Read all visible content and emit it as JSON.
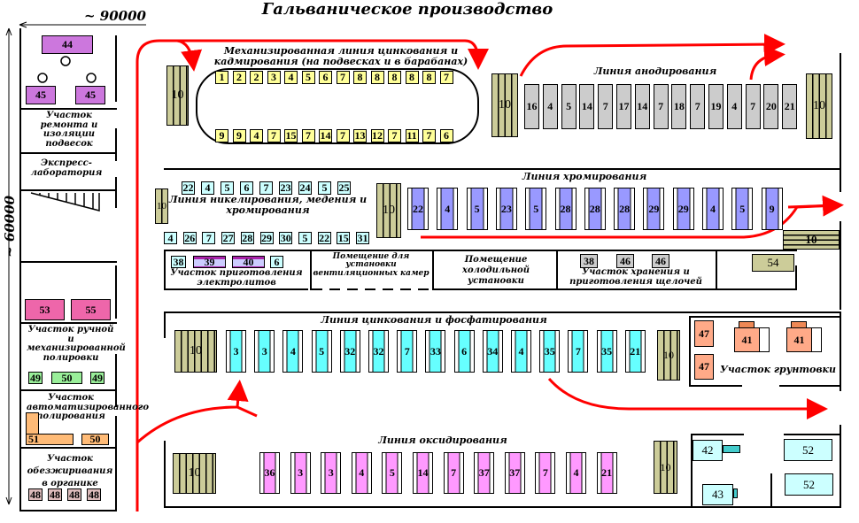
{
  "title": "Гальваническое производство",
  "dimensions": {
    "width": "~ 90000",
    "height": "~ 60000"
  },
  "colors": {
    "flow_arrow": "#ff0000",
    "rack": "#cccc99",
    "mech_tank": "#ffff99",
    "anod_tank": "#cccccc",
    "nickel_tank": "#ccffff",
    "chrome_tank": "#9999ff",
    "zinc_tank": "#66ffff",
    "oxid_tank": "#ff99ff"
  },
  "left_column": {
    "repair": {
      "equipment": [
        "44",
        "45",
        "45"
      ],
      "label": "Участок ремонта и изоляции подвесок"
    },
    "lab": {
      "label": "Экспресс-лаборатория"
    },
    "manual_polish": {
      "equipment_top": [
        "53",
        "55"
      ],
      "label": "Участок ручной и механизированной полировки",
      "equipment": [
        "49",
        "50",
        "49"
      ]
    },
    "auto_polish": {
      "label": "Участок автоматизированного полирования",
      "equipment": [
        "51",
        "50"
      ]
    },
    "degreasing": {
      "label": "Участок обезжиривания в органике",
      "equipment": [
        "48",
        "48",
        "48",
        "48"
      ]
    }
  },
  "mech_line": {
    "label": "Механизированная линия цинкования и кадмирования (на подвесках и в барабанах)",
    "rack": "10",
    "top": [
      "1",
      "2",
      "2",
      "3",
      "4",
      "5",
      "6",
      "7",
      "8",
      "8",
      "8",
      "8",
      "8",
      "7"
    ],
    "bottom": [
      "9",
      "9",
      "4",
      "7",
      "15",
      "7",
      "14",
      "7",
      "13",
      "12",
      "7",
      "11",
      "7",
      "6"
    ]
  },
  "anod_line": {
    "label": "Линия анодирования",
    "rack_left": "10",
    "rack_right": "10",
    "tanks": [
      "16",
      "4",
      "5",
      "14",
      "7",
      "17",
      "14",
      "7",
      "18",
      "7",
      "19",
      "4",
      "7",
      "20",
      "21"
    ]
  },
  "nickel_line": {
    "label": "Линия никелирования, медения и хромирования",
    "rack": "10",
    "top": [
      "22",
      "4",
      "5",
      "6",
      "7",
      "23",
      "24",
      "5",
      "25"
    ],
    "bottom": [
      "4",
      "26",
      "7",
      "27",
      "28",
      "29",
      "30",
      "5",
      "22",
      "15",
      "31"
    ]
  },
  "chrome_line": {
    "label": "Линия хромирования",
    "rack_left": "10",
    "rack_right": "10",
    "tanks": [
      "22",
      "4",
      "5",
      "23",
      "5",
      "28",
      "28",
      "28",
      "29",
      "29",
      "4",
      "5",
      "9"
    ]
  },
  "rooms": {
    "electrolytes": {
      "label": "Участок приготовления электролитов",
      "equipment": [
        "38",
        "39",
        "40",
        "6"
      ]
    },
    "ventilation": {
      "label": "Помещение для установки вентиляционных камер"
    },
    "cooling": {
      "label": "Помещение холодильной установки"
    },
    "alkali": {
      "label": "Участок хранения и приготовления щелочей",
      "equipment": [
        "38",
        "46",
        "46"
      ]
    },
    "extra": {
      "equipment": [
        "54"
      ]
    }
  },
  "zinc_line": {
    "label": "Линия цинкования и фосфатирования",
    "rack_left": "10",
    "rack_right": "10",
    "tanks": [
      "3",
      "3",
      "4",
      "5",
      "32",
      "32",
      "7",
      "33",
      "6",
      "34",
      "4",
      "35",
      "7",
      "35",
      "21"
    ]
  },
  "priming": {
    "label": "Участок грунтовки",
    "equipment": [
      "47",
      "47",
      "41",
      "41"
    ]
  },
  "oxid_line": {
    "label": "Линия оксидирования",
    "rack_left": "10",
    "rack_right": "10",
    "tanks": [
      "36",
      "3",
      "3",
      "4",
      "5",
      "14",
      "7",
      "37",
      "37",
      "7",
      "4",
      "21"
    ]
  },
  "right_bottom": {
    "equipment": [
      "42",
      "43",
      "52",
      "52"
    ]
  }
}
